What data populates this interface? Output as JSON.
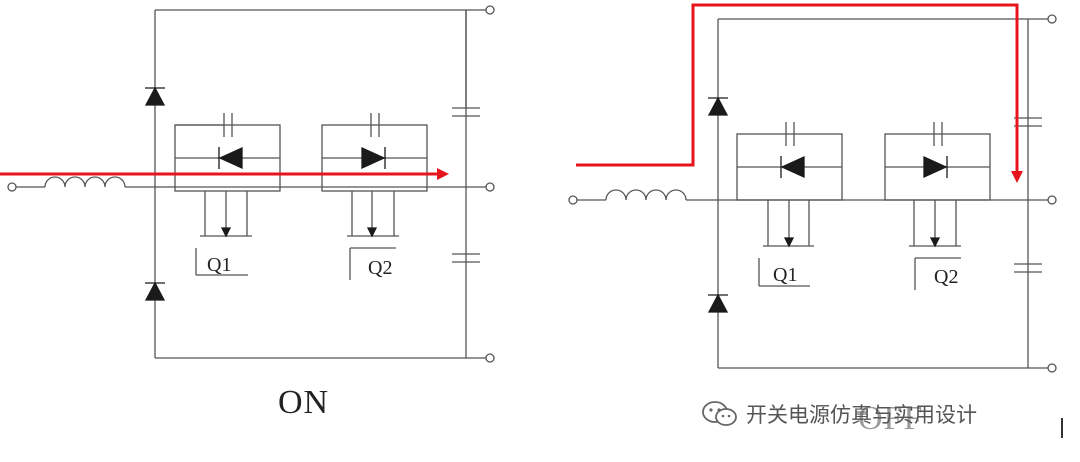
{
  "left_panel": {
    "caption": "ON",
    "q1_label": "Q1",
    "q2_label": "Q2"
  },
  "right_panel": {
    "caption": "OFF",
    "q1_label": "Q1",
    "q2_label": "Q2"
  },
  "watermark": {
    "text": "开关电源仿真与实用设计",
    "icon": "wechat-icon"
  },
  "colors": {
    "wire": "#555555",
    "current_arrow": "#e8141b",
    "component": "#1a1a1a"
  }
}
